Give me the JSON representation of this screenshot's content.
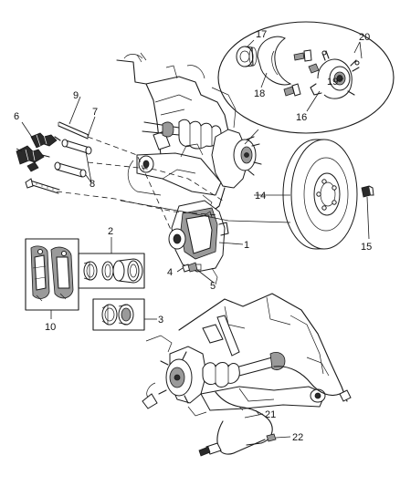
{
  "callouts": {
    "c1": "1",
    "c2": "2",
    "c3": "3",
    "c4": "4",
    "c5": "5",
    "c6": "6",
    "c7": "7",
    "c8": "8",
    "c9": "9",
    "c10": "10",
    "c14": "14",
    "c15": "15",
    "c16": "16",
    "c17": "17",
    "c18": "18",
    "c19": "19",
    "c20": "20",
    "c21": "21",
    "c22": "22"
  },
  "colors": {
    "line": "#1a1a1a",
    "background": "#ffffff"
  }
}
